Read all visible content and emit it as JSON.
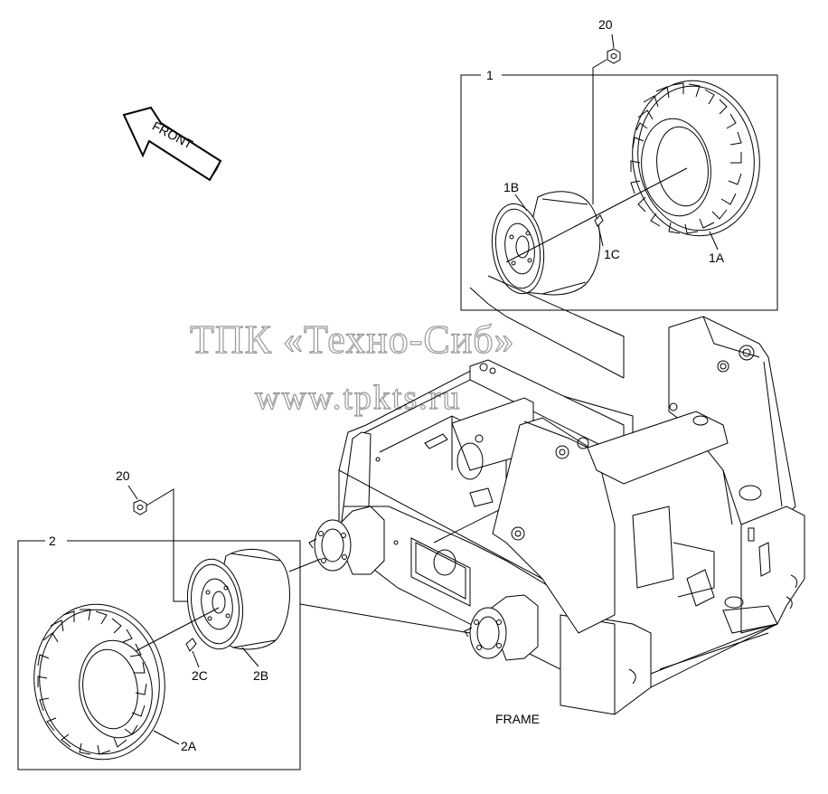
{
  "watermark": {
    "line1": "ТПК «Техно-Сиб»",
    "line2": "www.tpkts.ru"
  },
  "direction_arrow": {
    "label": "FRONT"
  },
  "frame_label": "FRAME",
  "callouts": {
    "nut_top": "20",
    "nut_left": "20",
    "box1": "1",
    "box2": "2",
    "rim1": "1B",
    "valve1": "1C",
    "tire1": "1A",
    "rim2": "2B",
    "valve2": "2C",
    "tire2": "2A"
  }
}
